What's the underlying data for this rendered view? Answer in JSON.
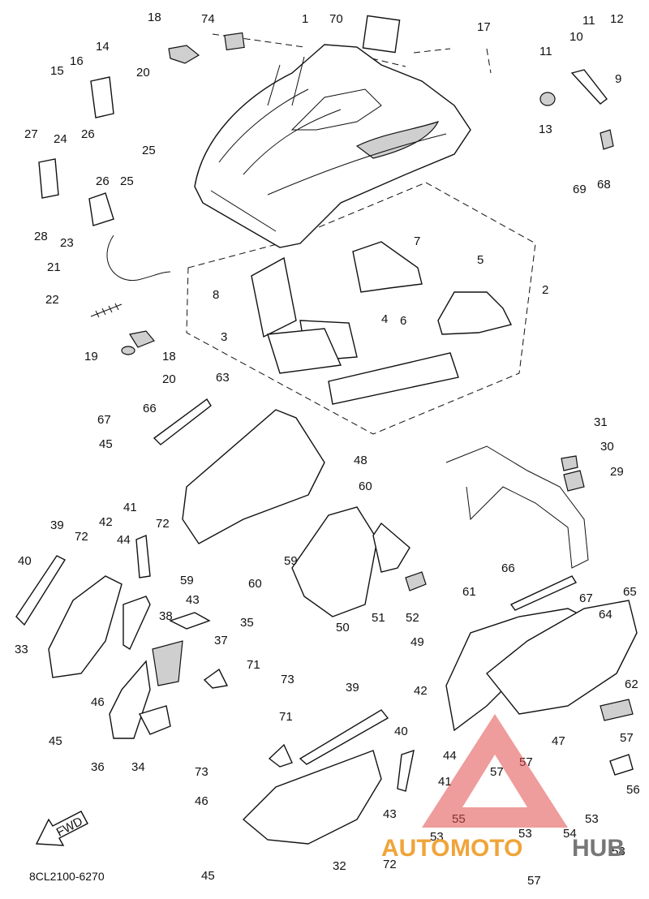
{
  "callouts": [
    {
      "id": "c1",
      "text": "1"
    },
    {
      "id": "c2",
      "text": "2"
    },
    {
      "id": "c3",
      "text": "3"
    },
    {
      "id": "c4",
      "text": "4"
    },
    {
      "id": "c5",
      "text": "5"
    },
    {
      "id": "c6",
      "text": "6"
    },
    {
      "id": "c7",
      "text": "7"
    },
    {
      "id": "c8",
      "text": "8"
    },
    {
      "id": "c9",
      "text": "9"
    },
    {
      "id": "c10",
      "text": "10"
    },
    {
      "id": "c11a",
      "text": "11"
    },
    {
      "id": "c11b",
      "text": "11"
    },
    {
      "id": "c12",
      "text": "12"
    },
    {
      "id": "c13",
      "text": "13"
    },
    {
      "id": "c14",
      "text": "14"
    },
    {
      "id": "c15",
      "text": "15"
    },
    {
      "id": "c16",
      "text": "16"
    },
    {
      "id": "c17",
      "text": "17"
    },
    {
      "id": "c18a",
      "text": "18"
    },
    {
      "id": "c18b",
      "text": "18"
    },
    {
      "id": "c19",
      "text": "19"
    },
    {
      "id": "c20a",
      "text": "20"
    },
    {
      "id": "c20b",
      "text": "20"
    },
    {
      "id": "c21",
      "text": "21"
    },
    {
      "id": "c22",
      "text": "22"
    },
    {
      "id": "c23",
      "text": "23"
    },
    {
      "id": "c24",
      "text": "24"
    },
    {
      "id": "c25a",
      "text": "25"
    },
    {
      "id": "c25b",
      "text": "25"
    },
    {
      "id": "c26a",
      "text": "26"
    },
    {
      "id": "c26b",
      "text": "26"
    },
    {
      "id": "c27",
      "text": "27"
    },
    {
      "id": "c28",
      "text": "28"
    },
    {
      "id": "c29",
      "text": "29"
    },
    {
      "id": "c30",
      "text": "30"
    },
    {
      "id": "c31",
      "text": "31"
    },
    {
      "id": "c32",
      "text": "32"
    },
    {
      "id": "c33",
      "text": "33"
    },
    {
      "id": "c34",
      "text": "34"
    },
    {
      "id": "c35",
      "text": "35"
    },
    {
      "id": "c36",
      "text": "36"
    },
    {
      "id": "c37",
      "text": "37"
    },
    {
      "id": "c38",
      "text": "38"
    },
    {
      "id": "c39a",
      "text": "39"
    },
    {
      "id": "c39b",
      "text": "39"
    },
    {
      "id": "c40a",
      "text": "40"
    },
    {
      "id": "c40b",
      "text": "40"
    },
    {
      "id": "c41a",
      "text": "41"
    },
    {
      "id": "c41b",
      "text": "41"
    },
    {
      "id": "c42a",
      "text": "42"
    },
    {
      "id": "c42b",
      "text": "42"
    },
    {
      "id": "c43a",
      "text": "43"
    },
    {
      "id": "c43b",
      "text": "43"
    },
    {
      "id": "c44a",
      "text": "44"
    },
    {
      "id": "c44b",
      "text": "44"
    },
    {
      "id": "c45a",
      "text": "45"
    },
    {
      "id": "c45b",
      "text": "45"
    },
    {
      "id": "c45c",
      "text": "45"
    },
    {
      "id": "c46a",
      "text": "46"
    },
    {
      "id": "c46b",
      "text": "46"
    },
    {
      "id": "c47",
      "text": "47"
    },
    {
      "id": "c48",
      "text": "48"
    },
    {
      "id": "c49",
      "text": "49"
    },
    {
      "id": "c50",
      "text": "50"
    },
    {
      "id": "c51",
      "text": "51"
    },
    {
      "id": "c52",
      "text": "52"
    },
    {
      "id": "c53a",
      "text": "53"
    },
    {
      "id": "c53b",
      "text": "53"
    },
    {
      "id": "c53c",
      "text": "53"
    },
    {
      "id": "c54",
      "text": "54"
    },
    {
      "id": "c55",
      "text": "55"
    },
    {
      "id": "c56",
      "text": "56"
    },
    {
      "id": "c57a",
      "text": "57"
    },
    {
      "id": "c57b",
      "text": "57"
    },
    {
      "id": "c57c",
      "text": "57"
    },
    {
      "id": "c57d",
      "text": "57"
    },
    {
      "id": "c58",
      "text": "58"
    },
    {
      "id": "c59a",
      "text": "59"
    },
    {
      "id": "c59b",
      "text": "59"
    },
    {
      "id": "c60a",
      "text": "60"
    },
    {
      "id": "c60b",
      "text": "60"
    },
    {
      "id": "c61",
      "text": "61"
    },
    {
      "id": "c62",
      "text": "62"
    },
    {
      "id": "c63",
      "text": "63"
    },
    {
      "id": "c64",
      "text": "64"
    },
    {
      "id": "c65",
      "text": "65"
    },
    {
      "id": "c66a",
      "text": "66"
    },
    {
      "id": "c66b",
      "text": "66"
    },
    {
      "id": "c67a",
      "text": "67"
    },
    {
      "id": "c67b",
      "text": "67"
    },
    {
      "id": "c68",
      "text": "68"
    },
    {
      "id": "c69",
      "text": "69"
    },
    {
      "id": "c70",
      "text": "70"
    },
    {
      "id": "c71a",
      "text": "71"
    },
    {
      "id": "c71b",
      "text": "71"
    },
    {
      "id": "c72a",
      "text": "72"
    },
    {
      "id": "c72b",
      "text": "72"
    },
    {
      "id": "c72c",
      "text": "72"
    },
    {
      "id": "c73a",
      "text": "73"
    },
    {
      "id": "c73b",
      "text": "73"
    },
    {
      "id": "c74",
      "text": "74"
    }
  ],
  "diagram_code": "8CL2100-6270",
  "fwd_label": "FWD",
  "watermark": {
    "part1": "AUTO",
    "part2": "MOTO",
    "part3": "HUB",
    "color_red": "#e24b4b",
    "color_orange": "#f0a43a",
    "color_grey": "#777777"
  }
}
